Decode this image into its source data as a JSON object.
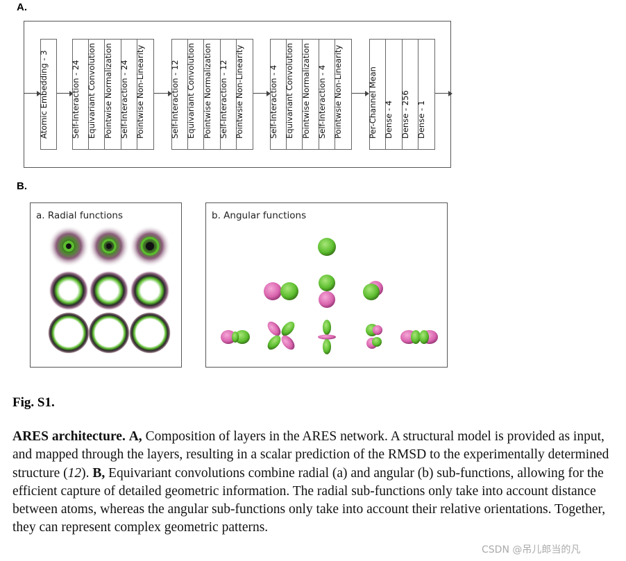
{
  "panel_a_label": "A.",
  "panel_b_label": "B.",
  "architecture": {
    "groups": [
      {
        "layers": [
          "Atomic Embedding - 3"
        ]
      },
      {
        "layers": [
          "Self-Interaction - 24",
          "Equivariant Convolution",
          "Pointwise Normalization",
          "Self-Interaction - 24",
          "Pointwise Non-Linearity"
        ]
      },
      {
        "layers": [
          "Self-Interaction - 12",
          "Equivariant Convolution",
          "Pointwise Normalization",
          "Self-Interaction - 12",
          "Pointwsie Non-Linearity"
        ]
      },
      {
        "layers": [
          "Self-Interaction - 4",
          "Equivariant Convolution",
          "Pointwise Normalization",
          "Self-Interaction - 4",
          "Pointwsie Non-Linearity"
        ]
      },
      {
        "layers": [
          "Per-Channel Mean",
          "Dense - 4",
          "Dense - 256",
          "Dense - 1"
        ]
      }
    ]
  },
  "radial": {
    "title": "a. Radial functions"
  },
  "angular": {
    "title": "b. Angular functions"
  },
  "colors": {
    "green": "#5cbd2e",
    "pink": "#d964ad",
    "border": "#555555"
  },
  "caption": {
    "fig_label": "Fig. S1.",
    "bold_title": "ARES architecture.",
    "bold_a": "A,",
    "text1": " Composition of layers in the ARES network. A structural model is provided as input, and mapped through the layers, resulting in a scalar prediction of the RMSD to the experimentally determined structure (",
    "ref": "12",
    "text2": "). ",
    "bold_b": "B,",
    "text3": " Equivariant convolutions combine radial (a) and angular (b) sub-functions, allowing for the efficient capture of detailed geometric information. The radial sub-functions only take into account distance between atoms, whereas the angular sub-functions only take into account their relative orientations. Together, they can represent complex geometric patterns."
  },
  "watermark": "CSDN @吊儿郎当的凡"
}
